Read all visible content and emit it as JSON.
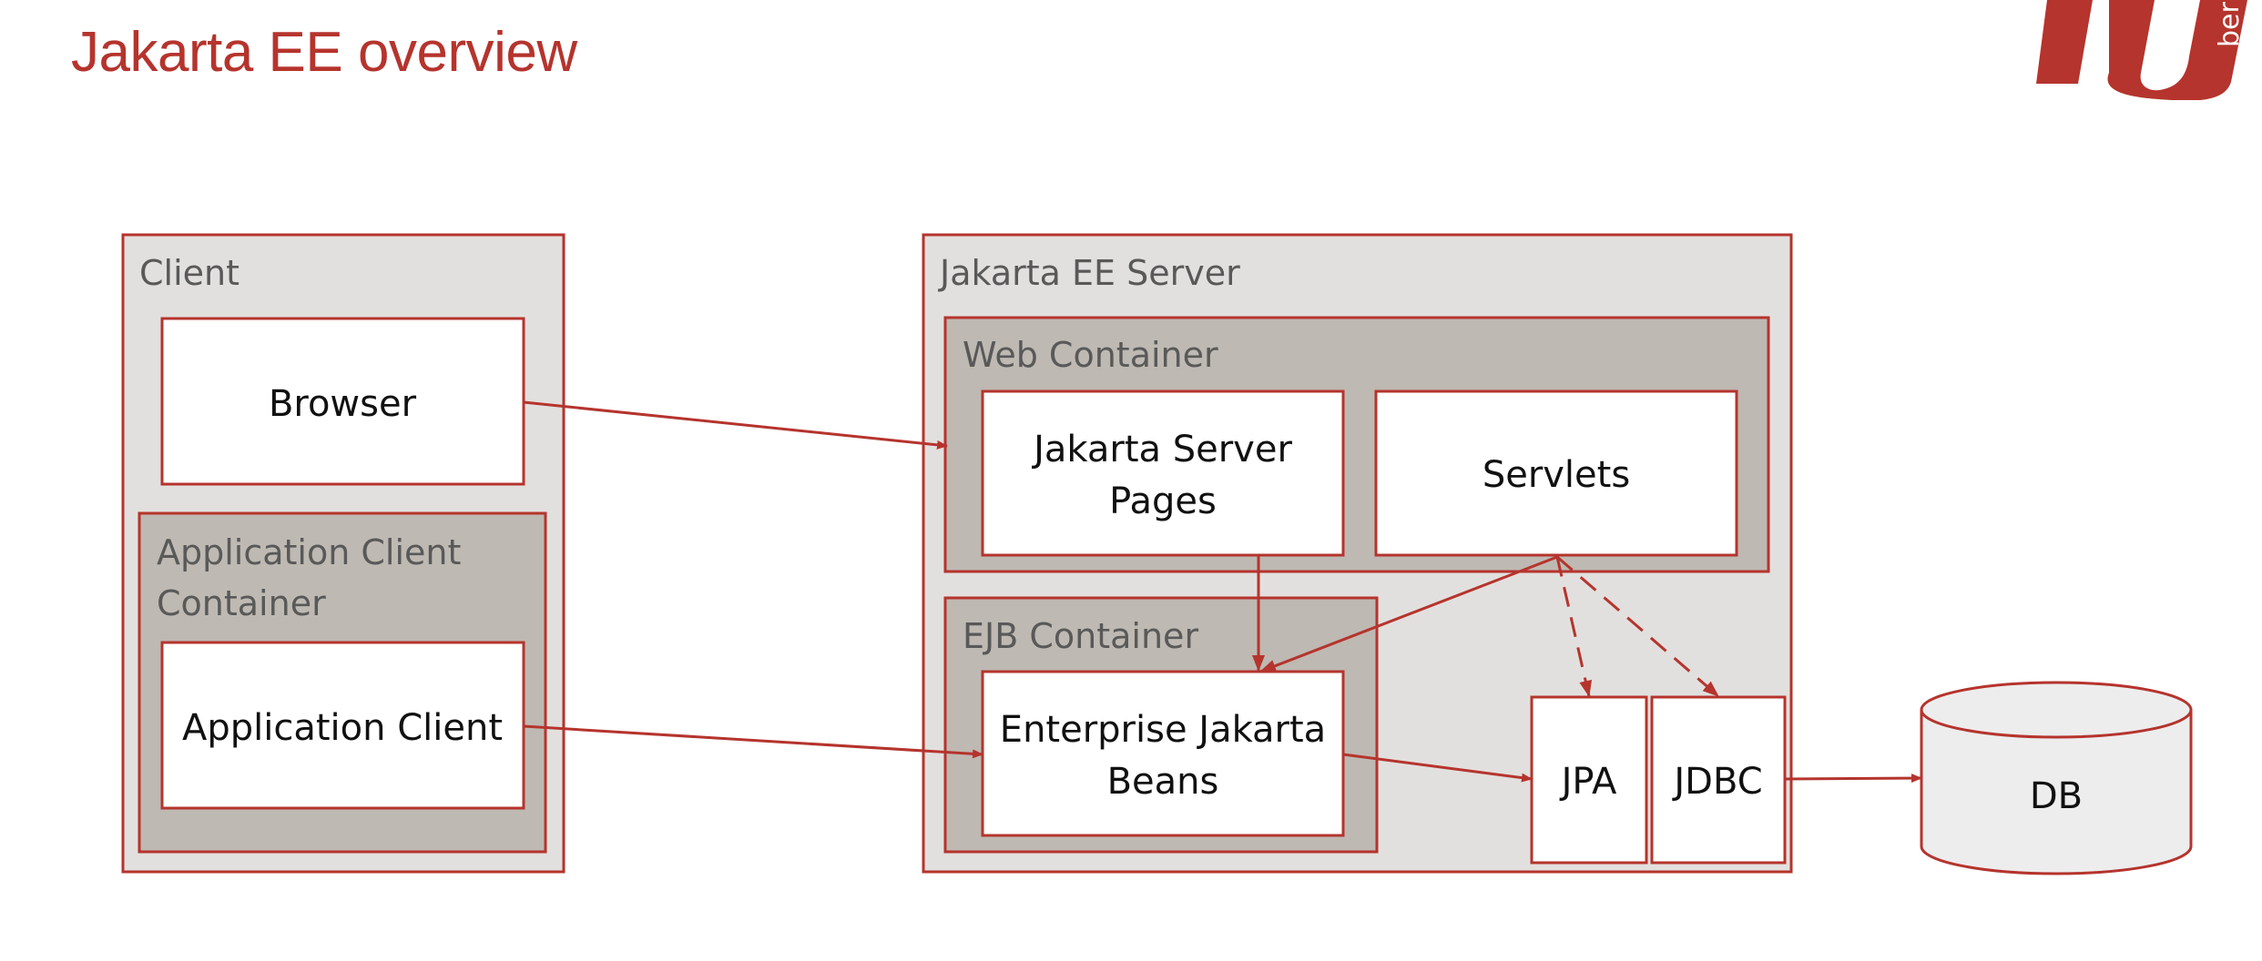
{
  "slide": {
    "title": "Jakarta EE overview",
    "logo_text": "berl"
  },
  "colors": {
    "accent": "#b5342d",
    "outer_container_fill": "#e2e0de",
    "inner_container_fill": "#beb9b2",
    "box_fill": "#ffffff",
    "db_fill": "#ededed"
  },
  "diagram": {
    "client": {
      "label": "Client",
      "browser": "Browser",
      "app_client_container": {
        "label_line1": "Application Client",
        "label_line2": "Container",
        "app_client": "Application Client"
      }
    },
    "server": {
      "label": "Jakarta EE Server",
      "web_container": {
        "label": "Web Container",
        "jsp_line1": "Jakarta Server",
        "jsp_line2": "Pages",
        "servlets": "Servlets"
      },
      "ejb_container": {
        "label": "EJB Container",
        "ejb_line1": "Enterprise Jakarta",
        "ejb_line2": "Beans"
      },
      "jpa": "JPA",
      "jdbc": "JDBC"
    },
    "db": "DB"
  }
}
